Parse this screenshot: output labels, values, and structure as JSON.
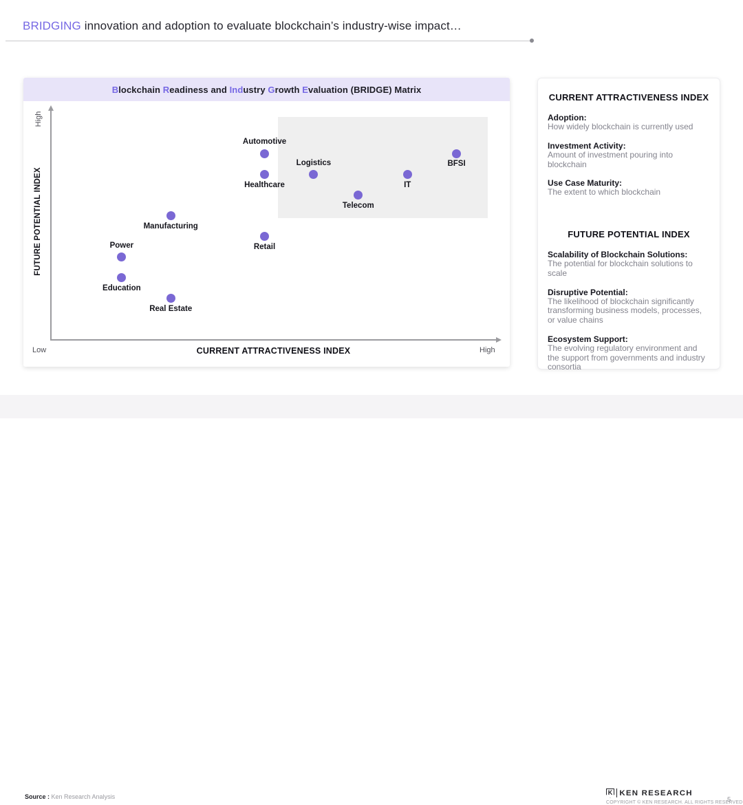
{
  "colors": {
    "accent": "#7668E4",
    "dot": "#7A68D4",
    "banner_bg": "#E8E4F9",
    "quadrant": "#EFEFEF"
  },
  "header": {
    "title_highlight": "BRIDGING",
    "title_rest": " innovation and adoption to evaluate blockchain’s industry-wise impact…"
  },
  "matrix": {
    "banner_segments": [
      {
        "text": "B",
        "accent": true
      },
      {
        "text": "lockchain ",
        "accent": false
      },
      {
        "text": "R",
        "accent": true
      },
      {
        "text": "eadiness and ",
        "accent": false
      },
      {
        "text": "Ind",
        "accent": true
      },
      {
        "text": "ustry ",
        "accent": false
      },
      {
        "text": "G",
        "accent": true
      },
      {
        "text": "rowth ",
        "accent": false
      },
      {
        "text": "E",
        "accent": true
      },
      {
        "text": "valuation (BRIDGE) Matrix",
        "accent": false
      }
    ]
  },
  "chart_data": {
    "type": "scatter",
    "title": "Blockchain Readiness and Industry Growth Evaluation (BRIDGE) Matrix",
    "xlabel": "CURRENT ATTRACTIVENESS INDEX",
    "ylabel": "FUTURE POTENTIAL INDEX",
    "x_axis_low_label": "Low",
    "x_axis_high_label": "High",
    "y_axis_high_label": "High",
    "xlim": [
      0,
      100
    ],
    "ylim": [
      0,
      100
    ],
    "grid": false,
    "highlight_region": {
      "x": [
        51,
        98
      ],
      "y": [
        53,
        97
      ]
    },
    "points": [
      {
        "label": "Automotive",
        "x": 48,
        "y": 81,
        "label_pos": "above"
      },
      {
        "label": "Healthcare",
        "x": 48,
        "y": 72,
        "label_pos": "below"
      },
      {
        "label": "Logistics",
        "x": 59,
        "y": 72,
        "label_pos": "above"
      },
      {
        "label": "Telecom",
        "x": 69,
        "y": 63,
        "label_pos": "below"
      },
      {
        "label": "IT",
        "x": 80,
        "y": 72,
        "label_pos": "below"
      },
      {
        "label": "BFSI",
        "x": 91,
        "y": 81,
        "label_pos": "below"
      },
      {
        "label": "Manufacturing",
        "x": 27,
        "y": 54,
        "label_pos": "below"
      },
      {
        "label": "Retail",
        "x": 48,
        "y": 45,
        "label_pos": "below"
      },
      {
        "label": "Power",
        "x": 16,
        "y": 36,
        "label_pos": "above"
      },
      {
        "label": "Education",
        "x": 16,
        "y": 27,
        "label_pos": "below"
      },
      {
        "label": "Real Estate",
        "x": 27,
        "y": 18,
        "label_pos": "below"
      }
    ]
  },
  "sidebar": {
    "sections": [
      {
        "heading": "CURRENT ATTRACTIVENESS INDEX",
        "items": [
          {
            "term": "Adoption:",
            "desc": "How widely blockchain is currently used"
          },
          {
            "term": "Investment Activity:",
            "desc": "Amount of investment pouring into blockchain"
          },
          {
            "term": "Use Case Maturity:",
            "desc": "The extent to which blockchain"
          }
        ]
      },
      {
        "heading": "FUTURE POTENTIAL INDEX",
        "items": [
          {
            "term": "Scalability of Blockchain Solutions:",
            "desc": "The potential for blockchain solutions to scale"
          },
          {
            "term": "Disruptive Potential:",
            "desc": "The likelihood of blockchain significantly transforming business models, processes, or value chains"
          },
          {
            "term": "Ecosystem Support:",
            "desc": "The evolving regulatory environment and the support from governments and industry consortia"
          }
        ]
      }
    ]
  },
  "footer": {
    "source_label": "Source :",
    "source_value": " Ken Research Analysis",
    "logo_k": "K",
    "logo_text": "KEN RESEARCH",
    "copyright": "COPYRIGHT © KEN RESEARCH. ALL RIGHTS RESERVED",
    "page_number": "5"
  }
}
